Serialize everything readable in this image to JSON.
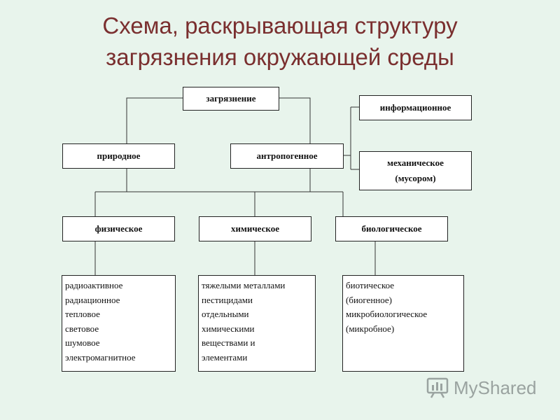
{
  "title": {
    "line1": "Схема, раскрывающая структуру",
    "line2": "загрязнения окружающей среды"
  },
  "nodes": {
    "root": "загрязнение",
    "natural": "природное",
    "anthropogenic": "антропогенное",
    "informational": "информационное",
    "mechanical_line1": "механическое",
    "mechanical_line2": "(мусором)",
    "physical": "физическое",
    "chemical": "химическое",
    "biological": "биологическое"
  },
  "lists": {
    "physical": [
      "радиоактивное",
      "радиационное",
      "тепловое",
      "световое",
      "шумовое",
      "электромагнитное"
    ],
    "chemical": [
      "тяжелыми металлами",
      "пестицидами",
      "отдельными",
      "химическими",
      "веществами и",
      "элементами"
    ],
    "biological": [
      "биотическое",
      "(биогенное)",
      "микробиологическое",
      "(микробное)"
    ]
  },
  "watermark": {
    "text": "MyShared",
    "icon": "myshared-logo-icon"
  }
}
